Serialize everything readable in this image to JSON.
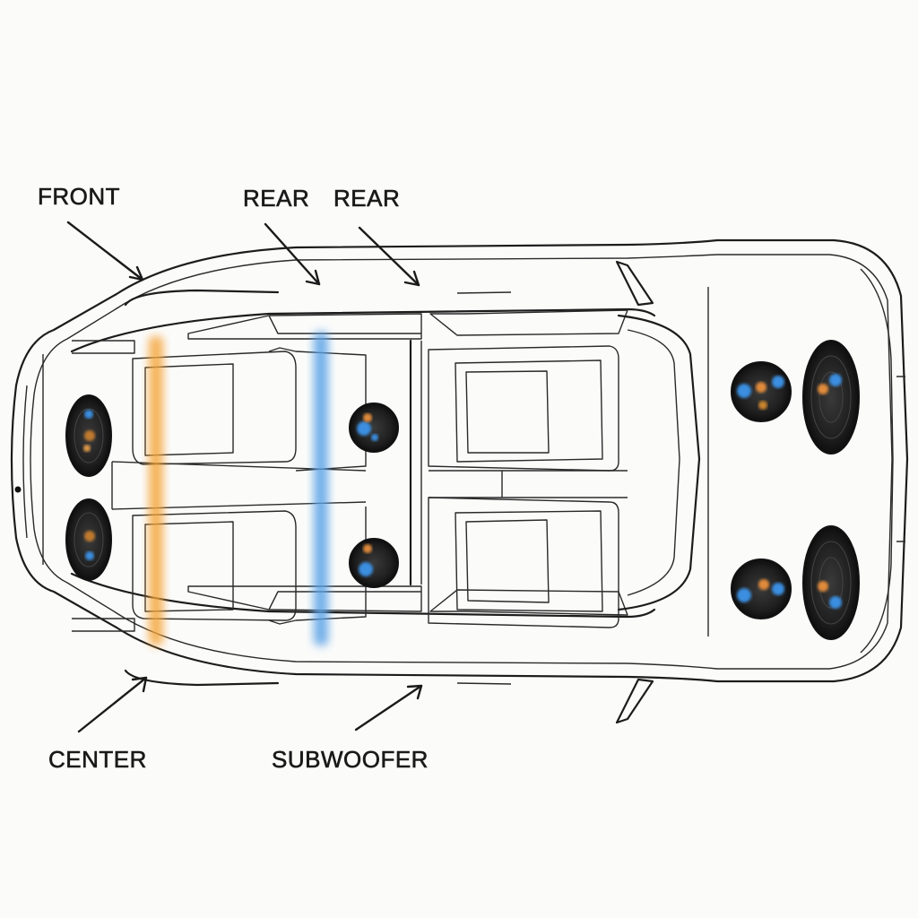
{
  "labels": {
    "front": "FRONT",
    "rear_1": "REAR",
    "rear_2": "REAR",
    "center": "CENTER",
    "subwoofer": "SUBWOOFER"
  },
  "colors": {
    "outline": "#1c1c1c",
    "speaker_fill": "#1e1e1e",
    "sound_blue": "#3a8ee0",
    "sound_orange": "#f0a03a",
    "front_beam": "#f5a53a",
    "rear_beam": "#5aa2e6"
  },
  "icons": {
    "speaker": "speaker-icon",
    "arrow": "arrow-icon"
  }
}
